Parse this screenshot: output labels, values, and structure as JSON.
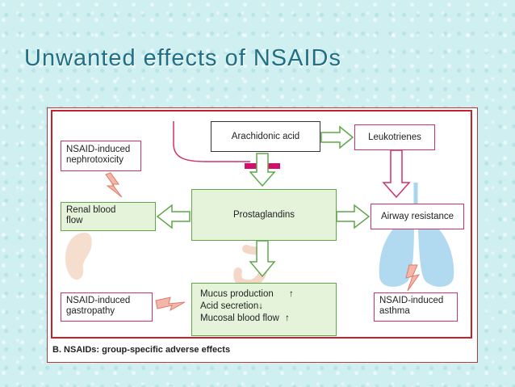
{
  "slide": {
    "title": "Unwanted effects of NSAIDs"
  },
  "diagram": {
    "arachidonic": "Arachidonic acid",
    "leukotrienes": "Leukotrienes",
    "prostaglandins": "Prostaglandins",
    "airway": "Airway resistance",
    "renal_line1": "Renal blood",
    "renal_line2": "flow",
    "nephro_line1": "NSAID-induced",
    "nephro_line2": "nephrotoxicity",
    "gastro_line1": "NSAID-induced",
    "gastro_line2": "gastropathy",
    "asthma_line1": "NSAID-induced",
    "asthma_line2": "asthma",
    "mucus": "Mucus production",
    "acid": "Acid secretion",
    "mucosal": "Mucosal blood flow",
    "up_arrow": "↑",
    "down_arrow": "↓",
    "caption": "B. NSAIDs: group-specific adverse effects"
  },
  "colors": {
    "title": "#1f6f86",
    "green_border": "#5ea84a",
    "green_fill": "#e6f3db",
    "pink_border": "#d0306c",
    "lung_blue": "#a9d6ef"
  }
}
